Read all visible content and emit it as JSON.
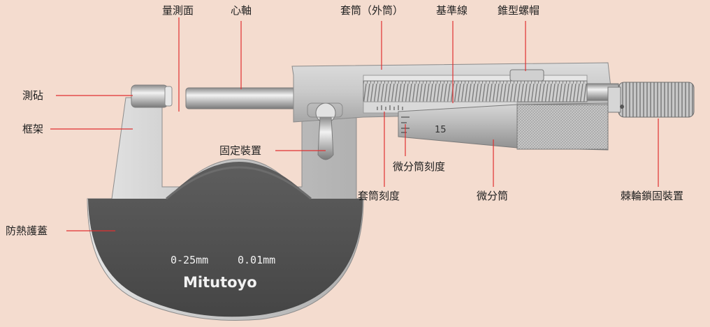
{
  "labels": {
    "measuring_face": "量測面",
    "spindle": "心軸",
    "sleeve": "套筒（外筒）",
    "reference_line": "基準線",
    "cone_nut": "錐型螺帽",
    "anvil": "測砧",
    "frame": "框架",
    "lock": "固定裝置",
    "thimble_scale": "微分筒刻度",
    "sleeve_scale": "套筒刻度",
    "thimble": "微分筒",
    "ratchet": "棘輪鎖固裝置",
    "heat_insulator": "防熱護蓋"
  },
  "plate": {
    "range": "0-25mm",
    "resolution": "0.01mm",
    "brand": "Mitutoyo"
  },
  "thimble_number": "15",
  "colors": {
    "background": "#f4dccf",
    "leader_line": "#e03030",
    "frame_light": "#cfcfcf",
    "plate_dark": "#545454"
  }
}
